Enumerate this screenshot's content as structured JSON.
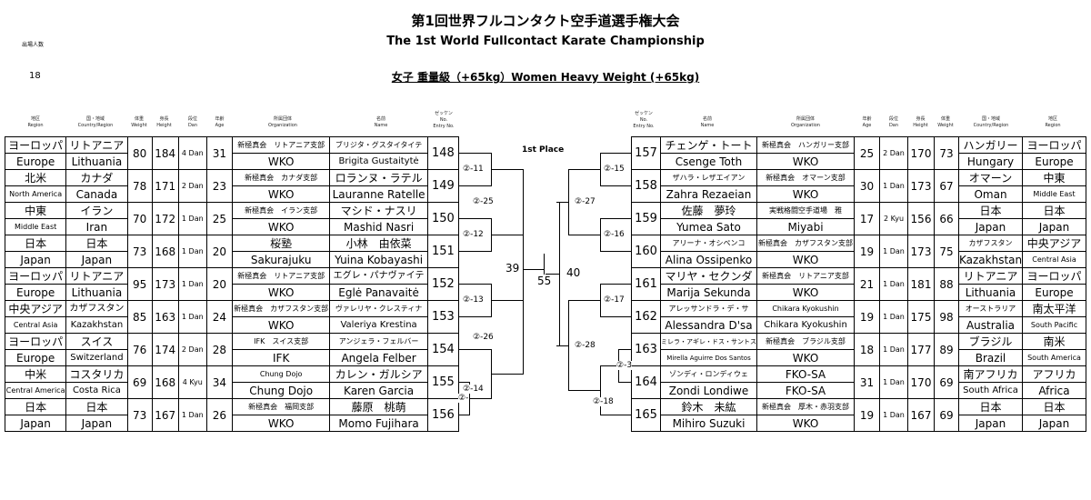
{
  "title": {
    "jp": "第1回世界フルコンタクト空手道選手権大会",
    "en": "The 1st World Fullcontact Karate Championship",
    "division": "女子 重量級（+65kg）Women Heavy Weight (+65kg)"
  },
  "entries": {
    "label": "出場人数",
    "value": "18"
  },
  "headers": {
    "region": [
      "地区",
      "Region"
    ],
    "country": [
      "国・地域",
      "Country/Region"
    ],
    "weight": [
      "体重",
      "Weight"
    ],
    "height": [
      "身長",
      "Height"
    ],
    "dan": [
      "段位",
      "Dan"
    ],
    "age": [
      "年齢",
      "Age"
    ],
    "org": [
      "所属団体",
      "Organization"
    ],
    "name": [
      "名前",
      "Name"
    ],
    "entry": [
      "ゼッケン",
      "No.",
      "Entry No."
    ]
  },
  "first_place": "1st Place",
  "left_players": [
    {
      "no": "148",
      "region_jp": "ヨーロッパ",
      "region_en": "Europe",
      "country_jp": "リトアニア",
      "country_en": "Lithuania",
      "weight": "80",
      "height": "184",
      "dan": "4 Dan",
      "age": "31",
      "org_jp": "新極真会　リトアニア支部",
      "org_en": "WKO",
      "name_jp": "ブリジタ・グスタイタイテ",
      "name_en": "Brigita Gustaitytė"
    },
    {
      "no": "149",
      "region_jp": "北米",
      "region_en": "North America",
      "country_jp": "カナダ",
      "country_en": "Canada",
      "weight": "78",
      "height": "171",
      "dan": "2 Dan",
      "age": "23",
      "org_jp": "新極真会　カナダ支部",
      "org_en": "WKO",
      "name_jp": "ロランヌ・ラテル",
      "name_en": "Lauranne Ratelle"
    },
    {
      "no": "150",
      "region_jp": "中東",
      "region_en": "Middle East",
      "country_jp": "イラン",
      "country_en": "Iran",
      "weight": "70",
      "height": "172",
      "dan": "1 Dan",
      "age": "25",
      "org_jp": "新極真会　イラン支部",
      "org_en": "WKO",
      "name_jp": "マシド・ナスリ",
      "name_en": "Mashid Nasri"
    },
    {
      "no": "151",
      "region_jp": "日本",
      "region_en": "Japan",
      "country_jp": "日本",
      "country_en": "Japan",
      "weight": "73",
      "height": "168",
      "dan": "1 Dan",
      "age": "20",
      "org_jp": "桜塾",
      "org_en": "Sakurajuku",
      "name_jp": "小林　由依菜",
      "name_en": "Yuina Kobayashi"
    },
    {
      "no": "152",
      "region_jp": "ヨーロッパ",
      "region_en": "Europe",
      "country_jp": "リトアニア",
      "country_en": "Lithuania",
      "weight": "95",
      "height": "173",
      "dan": "1 Dan",
      "age": "20",
      "org_jp": "新極真会　リトアニア支部",
      "org_en": "WKO",
      "name_jp": "エグレ・パナヴァイテ",
      "name_en": "Eglė Panavaitė"
    },
    {
      "no": "153",
      "region_jp": "中央アジア",
      "region_en": "Central Asia",
      "country_jp": "カザフスタン",
      "country_en": "Kazakhstan",
      "weight": "85",
      "height": "163",
      "dan": "1 Dan",
      "age": "24",
      "org_jp": "新極真会　カザフスタン支部",
      "org_en": "WKO",
      "name_jp": "ヴァレリヤ・クレスティナ",
      "name_en": "Valeriya Krestina"
    },
    {
      "no": "154",
      "region_jp": "ヨーロッパ",
      "region_en": "Europe",
      "country_jp": "スイス",
      "country_en": "Switzerland",
      "weight": "76",
      "height": "174",
      "dan": "2 Dan",
      "age": "28",
      "org_jp": "IFK　スイス支部",
      "org_en": "IFK",
      "name_jp": "アンジェラ・フェルバー",
      "name_en": "Angela Felber"
    },
    {
      "no": "155",
      "region_jp": "中米",
      "region_en": "Central America",
      "country_jp": "コスタリカ",
      "country_en": "Costa Rica",
      "weight": "69",
      "height": "168",
      "dan": "4 Kyu",
      "age": "34",
      "org_jp": "Chung Dojo",
      "org_en": "Chung Dojo",
      "name_jp": "カレン・ガルシア",
      "name_en": "Karen Garcia"
    },
    {
      "no": "156",
      "region_jp": "日本",
      "region_en": "Japan",
      "country_jp": "日本",
      "country_en": "Japan",
      "weight": "73",
      "height": "167",
      "dan": "1 Dan",
      "age": "26",
      "org_jp": "新極真会　福岡支部",
      "org_en": "WKO",
      "name_jp": "藤原　桃萌",
      "name_en": "Momo Fujihara"
    }
  ],
  "right_players": [
    {
      "no": "157",
      "name_jp": "チェンゲ・トート",
      "name_en": "Csenge Toth",
      "org_jp": "新極真会　ハンガリー支部",
      "org_en": "WKO",
      "age": "25",
      "dan": "2 Dan",
      "height": "170",
      "weight": "73",
      "country_jp": "ハンガリー",
      "country_en": "Hungary",
      "region_jp": "ヨーロッパ",
      "region_en": "Europe"
    },
    {
      "no": "158",
      "name_jp": "ザハラ・レザエイアン",
      "name_en": "Zahra Rezaeian",
      "org_jp": "新極真会　オマーン支部",
      "org_en": "WKO",
      "age": "30",
      "dan": "1 Dan",
      "height": "173",
      "weight": "67",
      "country_jp": "オマーン",
      "country_en": "Oman",
      "region_jp": "中東",
      "region_en": "Middle East"
    },
    {
      "no": "159",
      "name_jp": "佐藤　夢玲",
      "name_en": "Yumea Sato",
      "org_jp": "実戦格闘空手道場　雅",
      "org_en": "Miyabi",
      "age": "17",
      "dan": "2 Kyu",
      "height": "156",
      "weight": "66",
      "country_jp": "日本",
      "country_en": "Japan",
      "region_jp": "日本",
      "region_en": "Japan"
    },
    {
      "no": "160",
      "name_jp": "アリーナ・オシペンコ",
      "name_en": "Alina Ossipenko",
      "org_jp": "新極真会　カザフスタン支部",
      "org_en": "WKO",
      "age": "19",
      "dan": "1 Dan",
      "height": "173",
      "weight": "75",
      "country_jp": "カザフスタン",
      "country_en": "Kazakhstan",
      "region_jp": "中央アジア",
      "region_en": "Central Asia"
    },
    {
      "no": "161",
      "name_jp": "マリヤ・セクンダ",
      "name_en": "Marija Sekunda",
      "org_jp": "新極真会　リトアニア支部",
      "org_en": "WKO",
      "age": "21",
      "dan": "1 Dan",
      "height": "181",
      "weight": "88",
      "country_jp": "リトアニア",
      "country_en": "Lithuania",
      "region_jp": "ヨーロッパ",
      "region_en": "Europe"
    },
    {
      "no": "162",
      "name_jp": "アレッサンドラ・デ・サ",
      "name_en": "Alessandra D'sa",
      "org_jp": "Chikara Kyokushin",
      "org_en": "Chikara Kyokushin",
      "age": "19",
      "dan": "1 Dan",
      "height": "175",
      "weight": "98",
      "country_jp": "オーストラリア",
      "country_en": "Australia",
      "region_jp": "南太平洋",
      "region_en": "South Pacific"
    },
    {
      "no": "163",
      "name_jp": "ミレラ・アギレ・ドス・サントス",
      "name_en": "Mirella Aguirre Dos Santos",
      "org_jp": "新極真会　ブラジル支部",
      "org_en": "WKO",
      "age": "18",
      "dan": "1 Dan",
      "height": "177",
      "weight": "89",
      "country_jp": "ブラジル",
      "country_en": "Brazil",
      "region_jp": "南米",
      "region_en": "South America"
    },
    {
      "no": "164",
      "name_jp": "ゾンディ・ロンディウェ",
      "name_en": "Zondi Londiwe",
      "org_jp": "FKO-SA",
      "org_en": "FKO-SA",
      "age": "31",
      "dan": "1 Dan",
      "height": "170",
      "weight": "69",
      "country_jp": "南アフリカ",
      "country_en": "South Africa",
      "region_jp": "アフリカ",
      "region_en": "Africa"
    },
    {
      "no": "165",
      "name_jp": "鈴木　未紘",
      "name_en": "Mihiro Suzuki",
      "org_jp": "新極真会　厚木・赤羽支部",
      "org_en": "WKO",
      "age": "19",
      "dan": "1 Dan",
      "height": "167",
      "weight": "69",
      "country_jp": "日本",
      "country_en": "Japan",
      "region_jp": "日本",
      "region_en": "Japan"
    }
  ],
  "bracket": {
    "left_r1": [
      "②-11",
      "②-12",
      "②-13",
      "②-14"
    ],
    "left_r2": [
      "②-25",
      "②-26"
    ],
    "left_prelim": "②-",
    "right_r1": [
      "②-15",
      "②-16",
      "②-17",
      "②-18"
    ],
    "right_r2": [
      "②-27",
      "②-28"
    ],
    "right_prelim": "②-3",
    "semi_left": "39",
    "final": "55",
    "semi_right": "40"
  }
}
